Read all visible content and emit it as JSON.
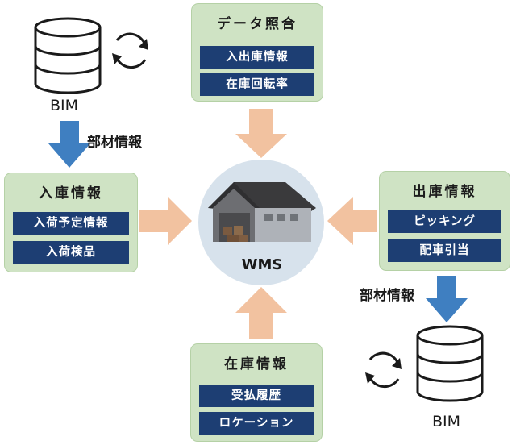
{
  "data_check": {
    "title": "データ照合",
    "items": [
      "入出庫情報",
      "在庫回転率"
    ]
  },
  "receiving": {
    "title": "入庫情報",
    "items": [
      "入荷予定情報",
      "入荷検品"
    ]
  },
  "shipping": {
    "title": "出庫情報",
    "items": [
      "ピッキング",
      "配車引当"
    ]
  },
  "inventory": {
    "title": "在庫情報",
    "items": [
      "受払履歴",
      "ロケーション"
    ]
  },
  "center": {
    "label": "WMS"
  },
  "bim_source": {
    "label": "BIM",
    "flow_label": "部材情報"
  },
  "bim_target": {
    "label": "BIM",
    "flow_label": "部材情報"
  },
  "colors": {
    "box_fill": "#cfe3c4",
    "bar_fill": "#1d3e73",
    "orange_arrow": "#f2c2a0",
    "blue_arrow": "#3f7fc1",
    "center_circle": "#d7e2ec"
  },
  "icons": [
    "database-icon",
    "sync-cycle-icon",
    "warehouse-icon"
  ]
}
